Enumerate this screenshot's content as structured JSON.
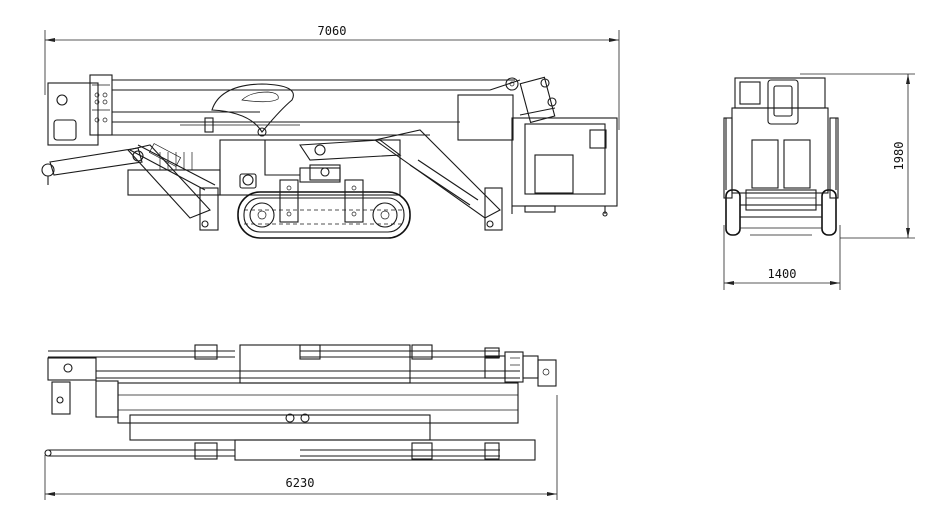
{
  "dimensions": {
    "overall_length": "7060",
    "height": "1980",
    "width": "1400",
    "transport_length": "6230"
  },
  "colors": {
    "line": "#1a1a1a",
    "background": "#ffffff"
  }
}
